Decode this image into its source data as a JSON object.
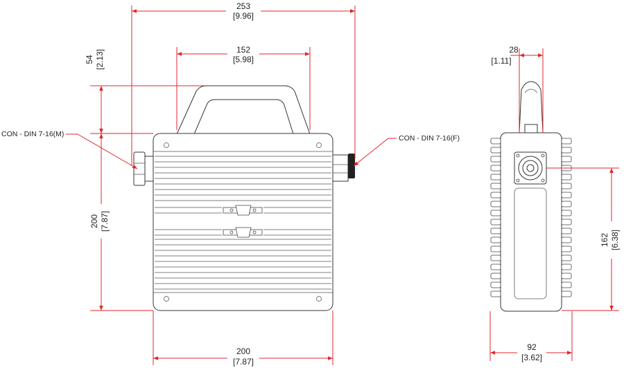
{
  "colors": {
    "dimension": "#e0262c",
    "outline": "#333333"
  },
  "front_view": {
    "overall_width": {
      "mm": "253",
      "in": "[9.96]"
    },
    "handle_width": {
      "mm": "152",
      "in": "[5.98]"
    },
    "handle_height": {
      "mm": "54",
      "in": "[2.13]"
    },
    "body_height": {
      "mm": "200",
      "in": "[7.87]"
    },
    "body_width": {
      "mm": "200",
      "in": "[7.87]"
    },
    "left_connector_label": "CON - DIN 7-16(M)",
    "right_connector_label": "CON - DIN 7-16(F)"
  },
  "side_view": {
    "handle_width": {
      "mm": "28",
      "in": "[1.11]"
    },
    "connector_height": {
      "mm": "162",
      "in": "[6.38]"
    },
    "depth": {
      "mm": "92",
      "in": "[3.62]"
    }
  }
}
